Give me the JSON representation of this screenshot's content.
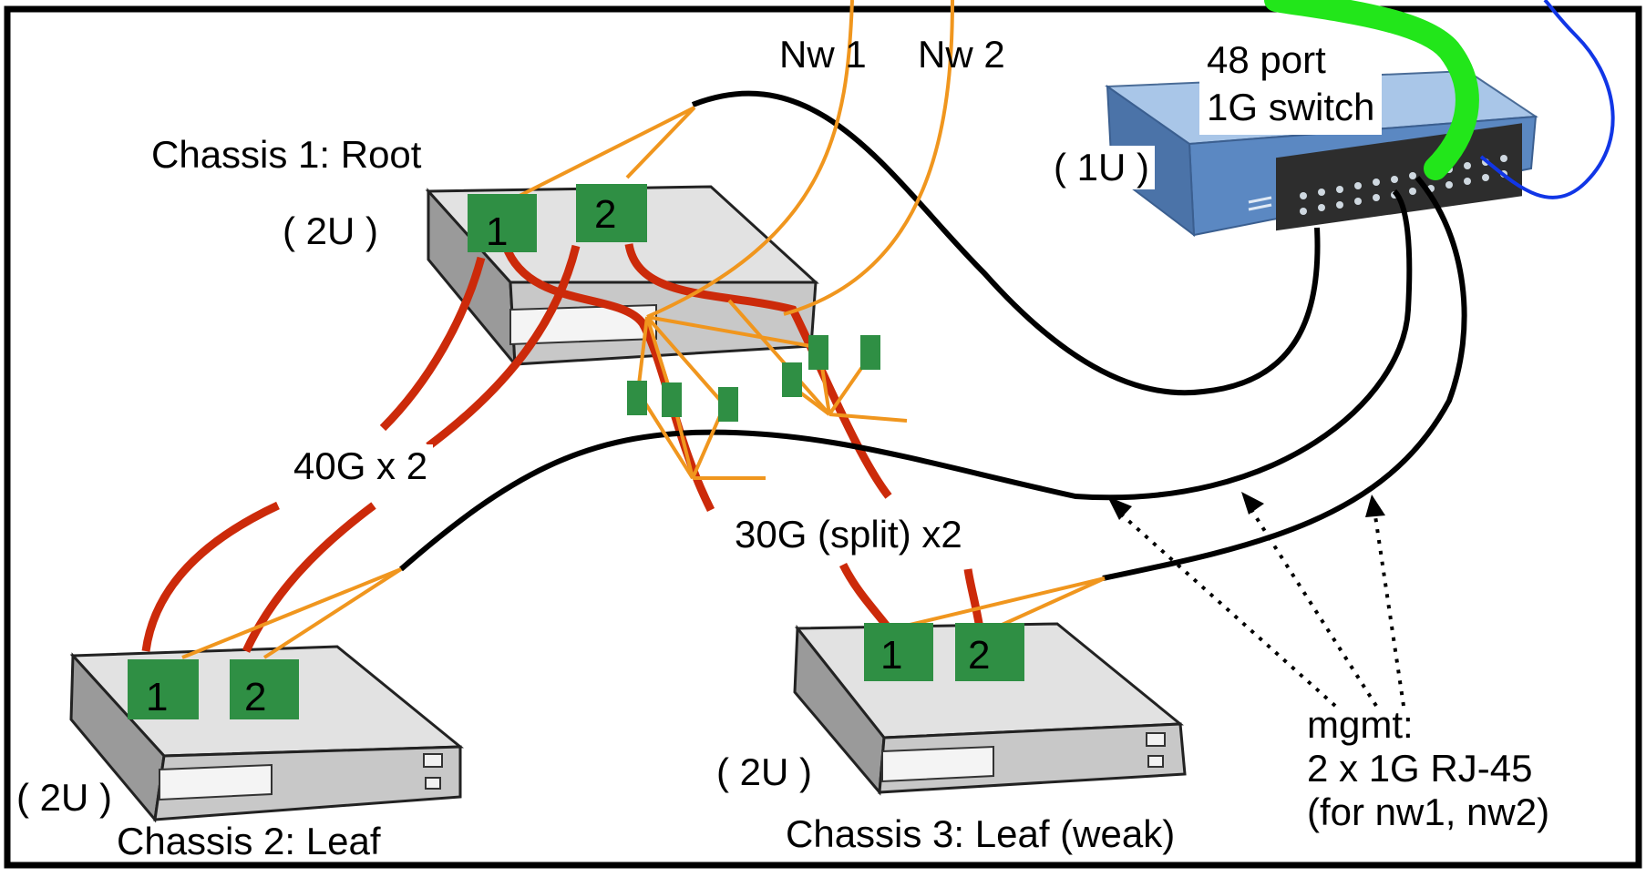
{
  "networks": {
    "nw1": "Nw 1",
    "nw2": "Nw 2"
  },
  "switch": {
    "line1": "48 port",
    "line2": "1G switch",
    "size": "( 1U )"
  },
  "chassis1": {
    "title": "Chassis 1: Root",
    "size": "( 2U )",
    "port1": "1",
    "port2": "2"
  },
  "chassis2": {
    "title": "Chassis 2: Leaf",
    "size": "( 2U )",
    "port1": "1",
    "port2": "2"
  },
  "chassis3": {
    "title": "Chassis 3: Leaf (weak)",
    "size": "( 2U )",
    "port1": "1",
    "port2": "2"
  },
  "links": {
    "uplink": "40G x 2",
    "split": "30G (split)  x2"
  },
  "mgmt": {
    "line1": "mgmt:",
    "line2": "2 x 1G RJ-45",
    "line3": "(for nw1, nw2)"
  },
  "colors": {
    "frame": "#000000",
    "red_cable": "#cc2a0a",
    "orange_fiber": "#f0961e",
    "green_port": "#2f8f44",
    "green_cable": "#22e61a",
    "blue_cable": "#1136e6",
    "switch_blue": "#5b88c2",
    "chassis_gray": "#d8d8d8"
  }
}
